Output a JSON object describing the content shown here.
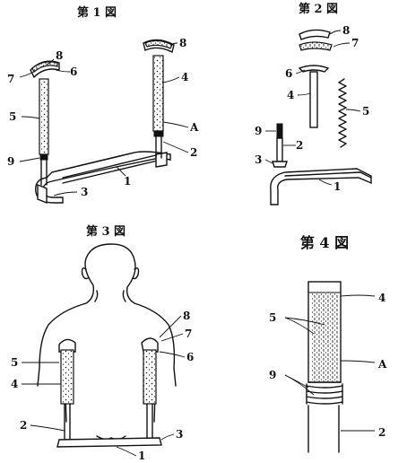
{
  "figures": {
    "fig1": {
      "title": "第 1 図",
      "labels": {
        "l8a": "8",
        "l8b": "8",
        "l7": "7",
        "l6": "6",
        "l4": "4",
        "l5": "5",
        "lA": "A",
        "l2": "2",
        "l9": "9",
        "l1": "1",
        "l3": "3"
      }
    },
    "fig2": {
      "title": "第 2 図",
      "labels": {
        "l8": "8",
        "l7": "7",
        "l6": "6",
        "l4": "4",
        "l5": "5",
        "l9": "9",
        "l2": "2",
        "l3": "3",
        "l1": "1"
      }
    },
    "fig3": {
      "title": "第 3 図",
      "labels": {
        "l8": "8",
        "l7": "7",
        "l6": "6",
        "l5": "5",
        "l4": "4",
        "l2": "2",
        "l3": "3",
        "l1": "1"
      }
    },
    "fig4": {
      "title": "第 4 図",
      "labels": {
        "l4": "4",
        "l5": "5",
        "lA": "A",
        "l9": "9",
        "l2": "2"
      }
    }
  }
}
